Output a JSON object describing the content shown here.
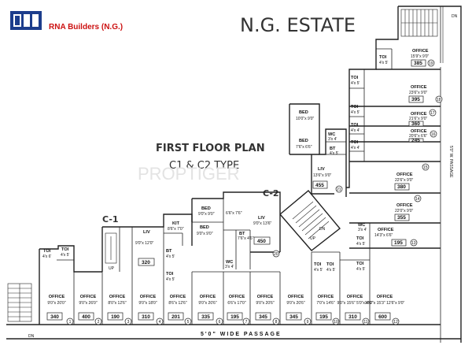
{
  "brand": {
    "name": "RNA Builders (N.G.)",
    "logo_letters": "RNA"
  },
  "estate_title": "N.G. ESTATE",
  "plan_title": "FIRST FLOOR PLAN",
  "plan_subtitle": "C1 & C2 TYPE",
  "watermark": "PROPTIGER",
  "passage": "5'0\"  WIDE  PASSAGE",
  "block_labels": {
    "c1": "C-1",
    "c2": "C-2"
  },
  "dn": "DN",
  "up": "UP",
  "bottom_units": [
    {
      "room": "OFFICE",
      "dim": "9'0\"x 20'0\"",
      "area": "340",
      "num": "1"
    },
    {
      "room": "OFFICE",
      "dim": "9'0\"x 26'0\"",
      "area": "400",
      "num": "2"
    },
    {
      "room": "OFFICE",
      "dim": "8'0\"x 12'6\"",
      "area": "190",
      "num": "3"
    },
    {
      "room": "OFFICE",
      "dim": "9'0\"x 18'0\"",
      "area": "310",
      "num": "4"
    },
    {
      "room": "OFFICE",
      "dim": "8'6\"x 12'6\"",
      "area": "201",
      "num": "5"
    },
    {
      "room": "OFFICE",
      "dim": "9'0\"x 20'6\"",
      "area": "335",
      "num": "6"
    },
    {
      "room": "OFFICE",
      "dim": "6'6\"x 17'0\"",
      "area": "195",
      "num": "7"
    },
    {
      "room": "OFFICE",
      "dim": "9'0\"x 20'6\"",
      "area": "345",
      "num": "8"
    },
    {
      "room": "OFFICE",
      "dim": "9'0\"x 20'6\"",
      "area": "345",
      "num": "9"
    },
    {
      "room": "OFFICE",
      "dim": "7'0\"x 14'6\"",
      "area": "195",
      "num": "10"
    },
    {
      "room": "OFFICE",
      "dim": "9'0\"x 15'6\" 5'0\"x 4'6\"",
      "area": "310",
      "num": "11"
    },
    {
      "room": "OFFICE",
      "dim": "10'0\"x 15'3\" 12'6\"x 9'0\"",
      "area": "600",
      "num": "12"
    }
  ],
  "right_units": [
    {
      "room": "OFFICE",
      "dim": "15'9\"x 9'0\"",
      "area": "385",
      "num": "19"
    },
    {
      "room": "OFFICE",
      "dim": "23'6\"x 9'0\"",
      "area": "395",
      "num": "18"
    },
    {
      "room": "OFFICE",
      "dim": "21'6\"x 9'0\"",
      "area": "360",
      "num": "17"
    },
    {
      "room": "OFFICE",
      "dim": "20'6\"x 6'6\"",
      "area": "245",
      "num": "16"
    },
    {
      "room": "OFFICE",
      "dim": "22'6\"x 9'0\"",
      "area": "380",
      "num": "15"
    },
    {
      "room": "OFFICE",
      "dim": "22'0\"x 9'0\"",
      "area": "355",
      "num": "14"
    },
    {
      "room": "OFFICE",
      "dim": "14'3\"x 6'6\"",
      "area": "195",
      "num": "13"
    }
  ],
  "toilets": [
    {
      "label": "TOI",
      "dim": "4'x 5'"
    },
    {
      "label": "TOI",
      "dim": "4'x 5'"
    },
    {
      "label": "TOI",
      "dim": "4'x 5'"
    },
    {
      "label": "TOI",
      "dim": "4'x 4'"
    },
    {
      "label": "TOI",
      "dim": "4'x 4'"
    },
    {
      "label": "TOI",
      "dim": "4'x 5'"
    },
    {
      "label": "TOI",
      "dim": "4'x 5'"
    },
    {
      "label": "TOI",
      "dim": "4'x 6'"
    },
    {
      "label": "TOI",
      "dim": "4'x 5'"
    },
    {
      "label": "TOI",
      "dim": "4'x 5'"
    },
    {
      "label": "TOI",
      "dim": "4'x 5'"
    }
  ],
  "c1": {
    "liv_label": "LIV",
    "liv_dim": "9'0\"x 12'0\"",
    "area": "320",
    "kit_label": "KIT",
    "kit_dim": "8'6\"x 7'0\"",
    "bed_label": "BED",
    "bed_dim": "9'0\"x 9'0\"",
    "bt_label": "BT",
    "bt_dim": "4'x 5'",
    "toi_label": "TOI",
    "toi_dim": "4'x 5'",
    "extra_dim": "6'6\"x 7'6\""
  },
  "c2": {
    "liv_label": "LIV",
    "liv_dim": "9'0\"x 13'6\"",
    "area": "450",
    "bed_label": "BED",
    "bed_dim": "9'0\"x 9'0\"",
    "bt_label": "BT",
    "bt_dim": "7'6\"x 4'6\"",
    "wc_label": "WC",
    "wc_dim": "3'x 4'",
    "num": "20"
  },
  "c3": {
    "bed1_label": "BED",
    "bed1_dim": "10'0\"x 9'0\"",
    "bed2_label": "BED",
    "bed2_dim": "7'6\"x 6'6\"",
    "wc_label": "WC",
    "wc_dim": "3'x 4'",
    "bt_label": "BT",
    "bt_dim": "4'x 5'",
    "liv_label": "LIV",
    "liv_dim": "13'6\"x 9'0\"",
    "area": "455",
    "num": "21"
  },
  "side_label": "5'0\" W. PASSAGE",
  "wc_right": {
    "label": "WC",
    "dim": "3'x 4'"
  }
}
